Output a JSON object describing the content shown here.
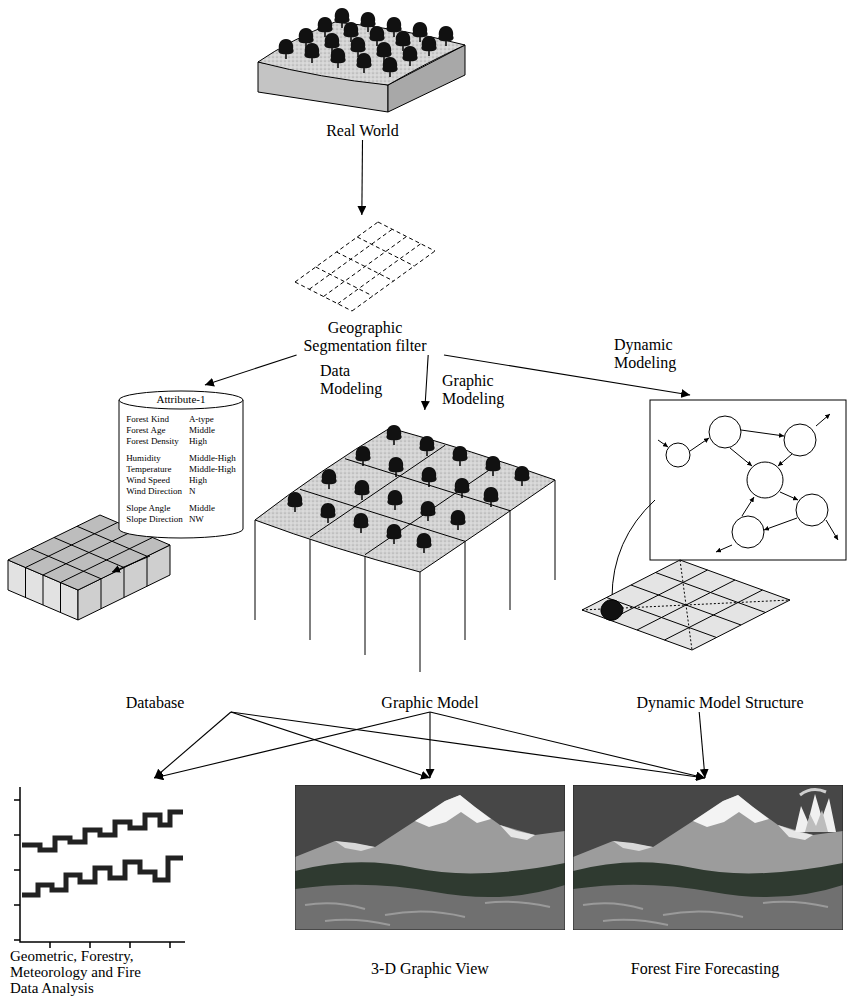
{
  "diagram": {
    "nodes": [
      {
        "text": [
          "Real World"
        ]
      },
      {
        "text": [
          "Geographic Segmentation filter"
        ]
      },
      {
        "text": [
          "Database"
        ]
      },
      {
        "text": [
          "Attribute-1",
          "Forest Kind",
          "A-type",
          "Forest Age",
          "Middle",
          "Forest Density",
          "High",
          "Humidity",
          "Middle-High",
          "Temperature",
          "Middle-High",
          "Wind Speed",
          "High",
          "Wind Direction",
          "N",
          "Slope Angle",
          "Middle",
          "Slope Direction",
          "NW"
        ],
        "in": 2
      },
      {
        "text": [
          "Graphic Model"
        ]
      },
      {
        "text": [
          "Dynamic Model Structure"
        ]
      },
      {
        "text": [
          "Geometric, Forestry, Meteorology and Fire Data Analysis"
        ]
      },
      {
        "text": [
          "3-D Graphic View"
        ]
      },
      {
        "text": [
          "Forest Fire Forecasting"
        ]
      }
    ],
    "edges": [
      {
        "from": 0,
        "to": 1,
        "arrow": "to"
      },
      {
        "from": 1,
        "to": 2,
        "label": "Data Modeling",
        "arrow": "to"
      },
      {
        "from": 1,
        "to": 4,
        "label": "Graphic Modeling",
        "arrow": "to"
      },
      {
        "from": 1,
        "to": 5,
        "label": "Dynamic Modeling",
        "arrow": "to"
      },
      {
        "from": 2,
        "to": 6,
        "arrow": "to"
      },
      {
        "from": 2,
        "to": 7,
        "arrow": "to"
      },
      {
        "from": 2,
        "to": 8,
        "arrow": "to"
      },
      {
        "from": 4,
        "to": 6,
        "arrow": "to"
      },
      {
        "from": 4,
        "to": 7,
        "arrow": "to"
      },
      {
        "from": 4,
        "to": 8,
        "arrow": "to"
      },
      {
        "from": 5,
        "to": 8,
        "arrow": "to"
      }
    ]
  }
}
